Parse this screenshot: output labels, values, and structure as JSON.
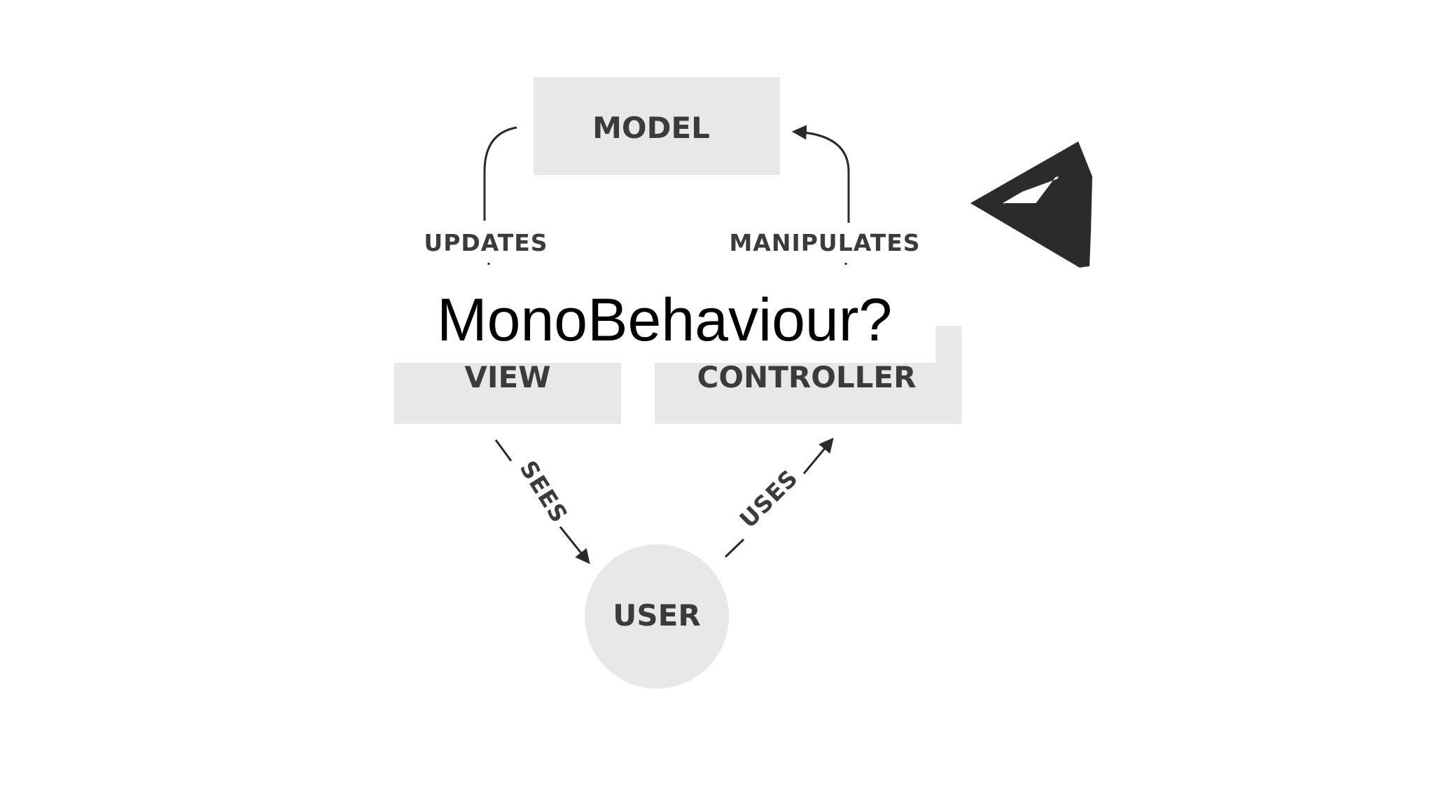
{
  "diagram": {
    "nodes": {
      "model": "MODEL",
      "view": "VIEW",
      "controller": "CONTROLLER",
      "user": "USER"
    },
    "edges": {
      "updates": "UPDATES",
      "manipulates": "MANIPULATES",
      "sees": "SEES",
      "uses": "USES"
    }
  },
  "overlay": {
    "title": "MonoBehaviour?"
  },
  "colors": {
    "box_fill": "#e8e8e8",
    "text": "#3b3b3b",
    "arrow": "#2a2a2a",
    "logo": "#2b2b2b"
  },
  "icons": {
    "logo": "unity-logo-icon"
  }
}
